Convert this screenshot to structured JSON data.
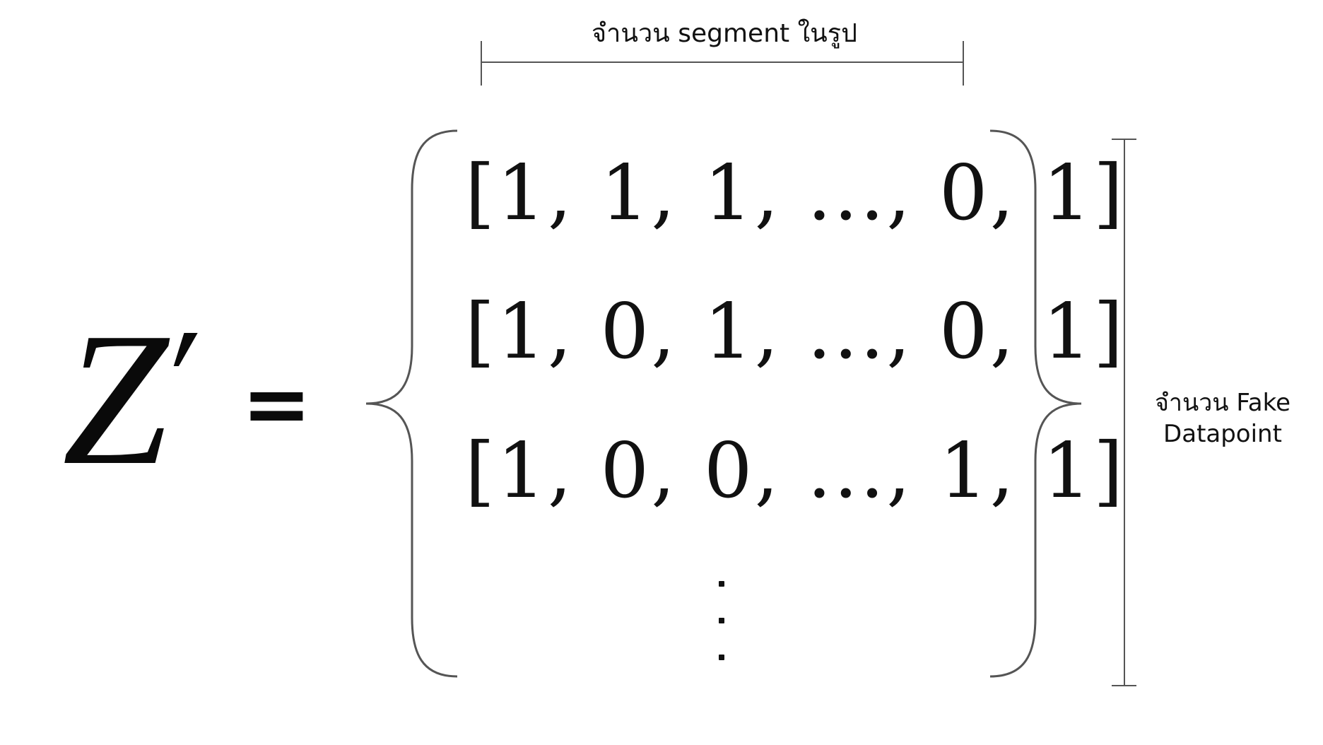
{
  "lhs": {
    "variable": "Z",
    "prime": "′",
    "equals": "="
  },
  "vectors": [
    "[1, 1, 1, ..., 0, 1]",
    "[1, 0, 1, ..., 0, 1]",
    "[1, 0, 0, ..., 1, 1]"
  ],
  "labels": {
    "top_span": "จำนวน segment ในรูป",
    "right_span_line1": "จำนวน Fake",
    "right_span_line2": "Datapoint"
  }
}
